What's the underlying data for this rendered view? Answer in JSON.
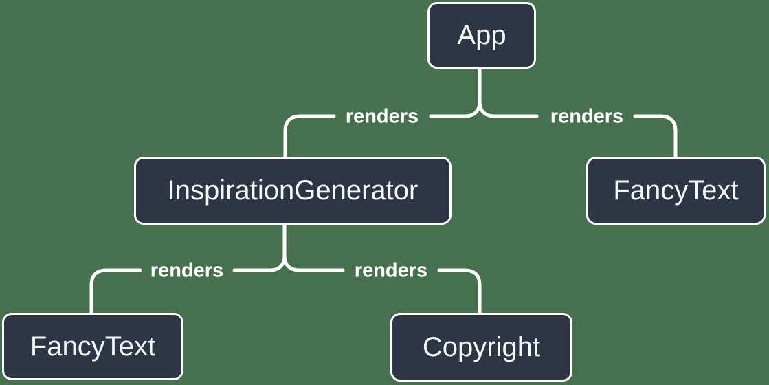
{
  "diagram": {
    "type": "component-render-tree",
    "colors": {
      "background": "#47714E",
      "node_fill": "#2E3545",
      "node_border": "#FFFFFF",
      "node_text": "#F6F7F9",
      "edge_line": "#FFFFFF",
      "edge_label_text": "#FFFFFF"
    },
    "nodes": [
      {
        "id": "app",
        "label": "App"
      },
      {
        "id": "inspiration-generator",
        "label": "InspirationGenerator"
      },
      {
        "id": "fancy-text-right",
        "label": "FancyText"
      },
      {
        "id": "fancy-text-left",
        "label": "FancyText"
      },
      {
        "id": "copyright",
        "label": "Copyright"
      }
    ],
    "edges": [
      {
        "from": "App",
        "to": "InspirationGenerator",
        "label": "renders"
      },
      {
        "from": "App",
        "to": "FancyText",
        "label": "renders"
      },
      {
        "from": "InspirationGenerator",
        "to": "FancyText",
        "label": "renders"
      },
      {
        "from": "InspirationGenerator",
        "to": "Copyright",
        "label": "renders"
      }
    ]
  }
}
